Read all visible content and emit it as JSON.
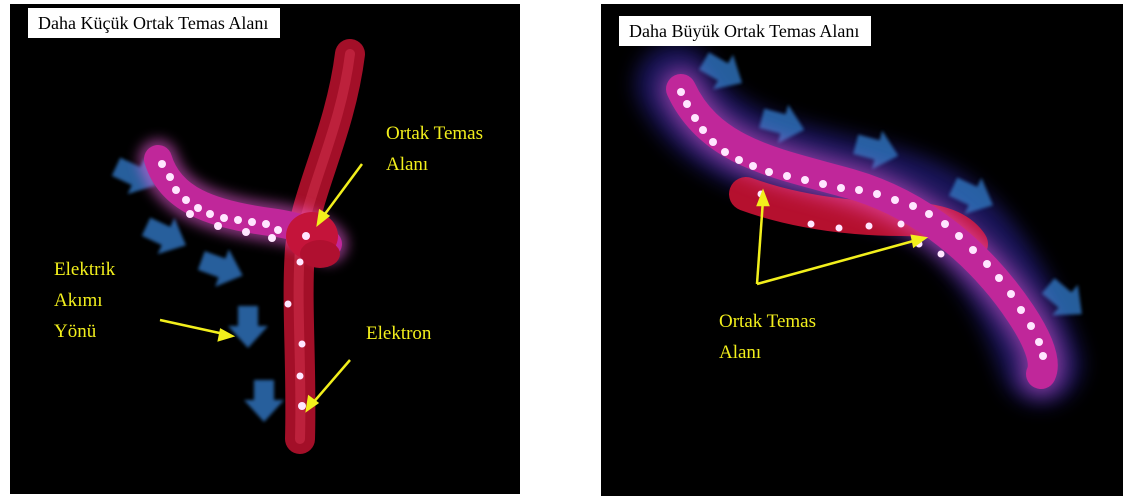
{
  "left_panel": {
    "title": "Daha Küçük Ortak Temas Alanı",
    "contact_label": [
      "Ortak Temas",
      "Alanı"
    ],
    "current_label": [
      "Elektrik",
      "Akımı",
      "Yönü"
    ],
    "electron_label": "Elektron"
  },
  "right_panel": {
    "title": "Daha Büyük Ortak Temas Alanı",
    "contact_label": [
      "Ortak Temas",
      "Alanı"
    ]
  },
  "colors": {
    "background": "#000000",
    "tube_red": "#b5102e",
    "tube_magenta": "#c0279a",
    "electron": "#ffe6ff",
    "arrow_blue": "#2f6fb8",
    "label_yellow": "#f2ef1c"
  }
}
